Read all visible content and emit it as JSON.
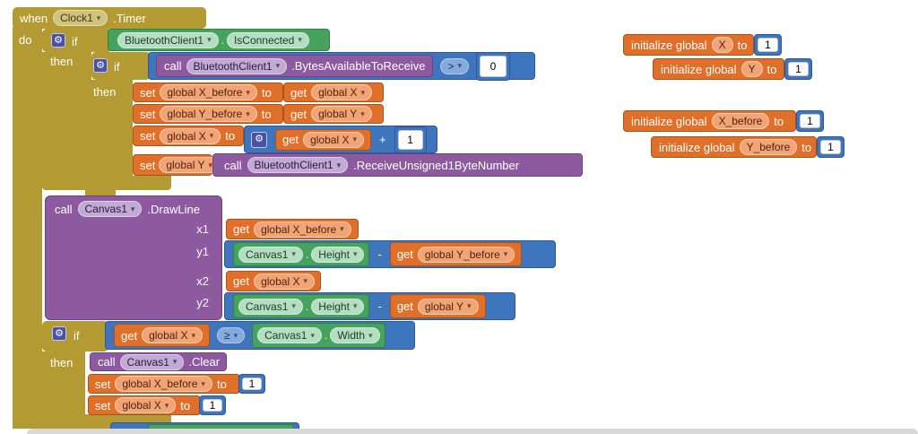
{
  "workspace": {
    "keywords": {
      "when": "when",
      "do": "do",
      "if": "if",
      "then": "then",
      "call": "call",
      "set": "set",
      "get": "get",
      "to": "to",
      "init": "initialize global",
      "dot": "."
    },
    "components": {
      "clock": "Clock1",
      "bluetooth": "BluetoothClient1",
      "canvas": "Canvas1"
    },
    "events": {
      "timer": ".Timer"
    },
    "methods": {
      "bytes_available": ".BytesAvailableToReceive",
      "receive_byte": ".ReceiveUnsigned1ByteNumber",
      "draw_line": ".DrawLine",
      "clear": ".Clear"
    },
    "properties": {
      "is_connected": "IsConnected",
      "height": "Height",
      "width": "Width"
    },
    "variables": {
      "global_x": "global X",
      "global_y": "global Y",
      "global_x_before": "global X_before",
      "global_y_before": "global Y_before",
      "x": "X",
      "y": "Y",
      "x_before": "X_before",
      "y_before": "Y_before"
    },
    "operators": {
      "gt": ">",
      "gte": "≥",
      "plus": "+",
      "minus": "-"
    },
    "values": {
      "zero": "0",
      "one": "1"
    },
    "params": {
      "x1": "x1",
      "y1": "y1",
      "x2": "x2",
      "y2": "y2"
    },
    "icons": {
      "dropdown": "▾",
      "gear": "⚙"
    },
    "colors": {
      "control_gold": "#b49a33",
      "variable_orange": "#e06f2a",
      "component_green": "#46a35e",
      "math_blue": "#3f75bd",
      "method_purple": "#8d5aa0",
      "workspace_bg": "#ffffff",
      "panel_gray": "#d9d9d9"
    }
  }
}
